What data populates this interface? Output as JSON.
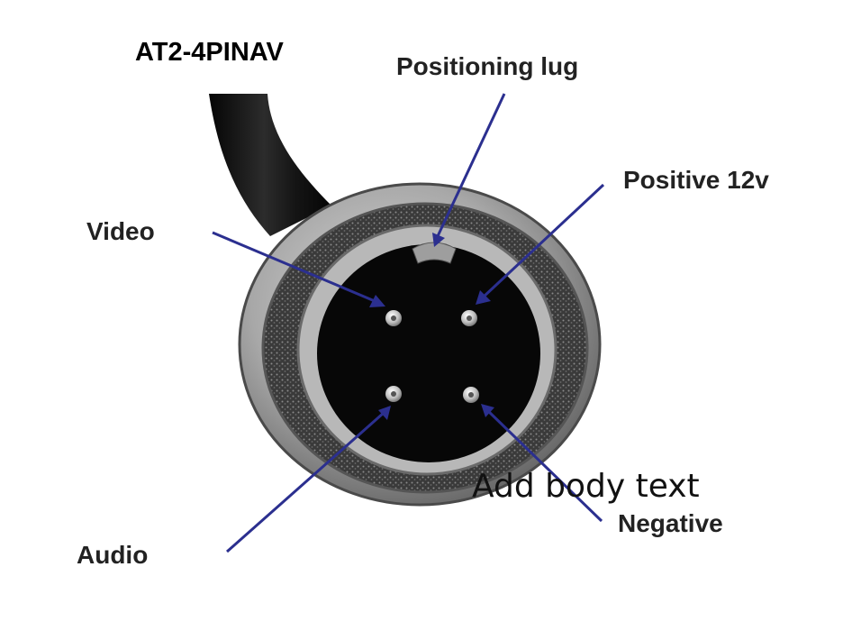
{
  "title": "AT2-4PINAV",
  "labels": {
    "positioning_lug": "Positioning lug",
    "positive_12v": "Positive 12v",
    "video": "Video",
    "negative": "Negative",
    "audio": "Audio"
  },
  "placeholder_text": "Add body text",
  "colors": {
    "leader_lines": "#2b2f8f",
    "label_text": "#222222",
    "connector_metal": "#9a9a9a",
    "connector_face": "#0a0a0a",
    "cable": "#1a1a1a"
  }
}
